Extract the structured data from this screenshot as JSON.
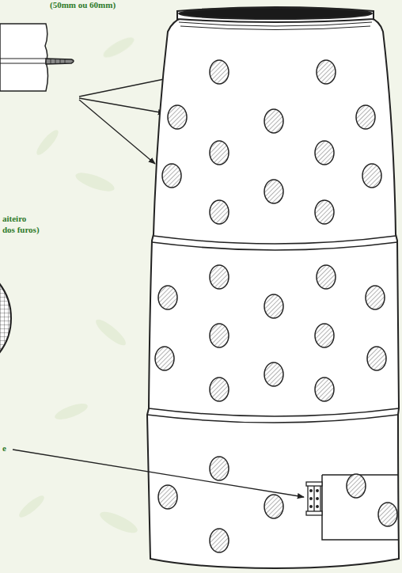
{
  "diagram": {
    "labels": [
      "(50mm ou 60mm)",
      "aiteiro",
      "dos furos)",
      "e"
    ]
  }
}
